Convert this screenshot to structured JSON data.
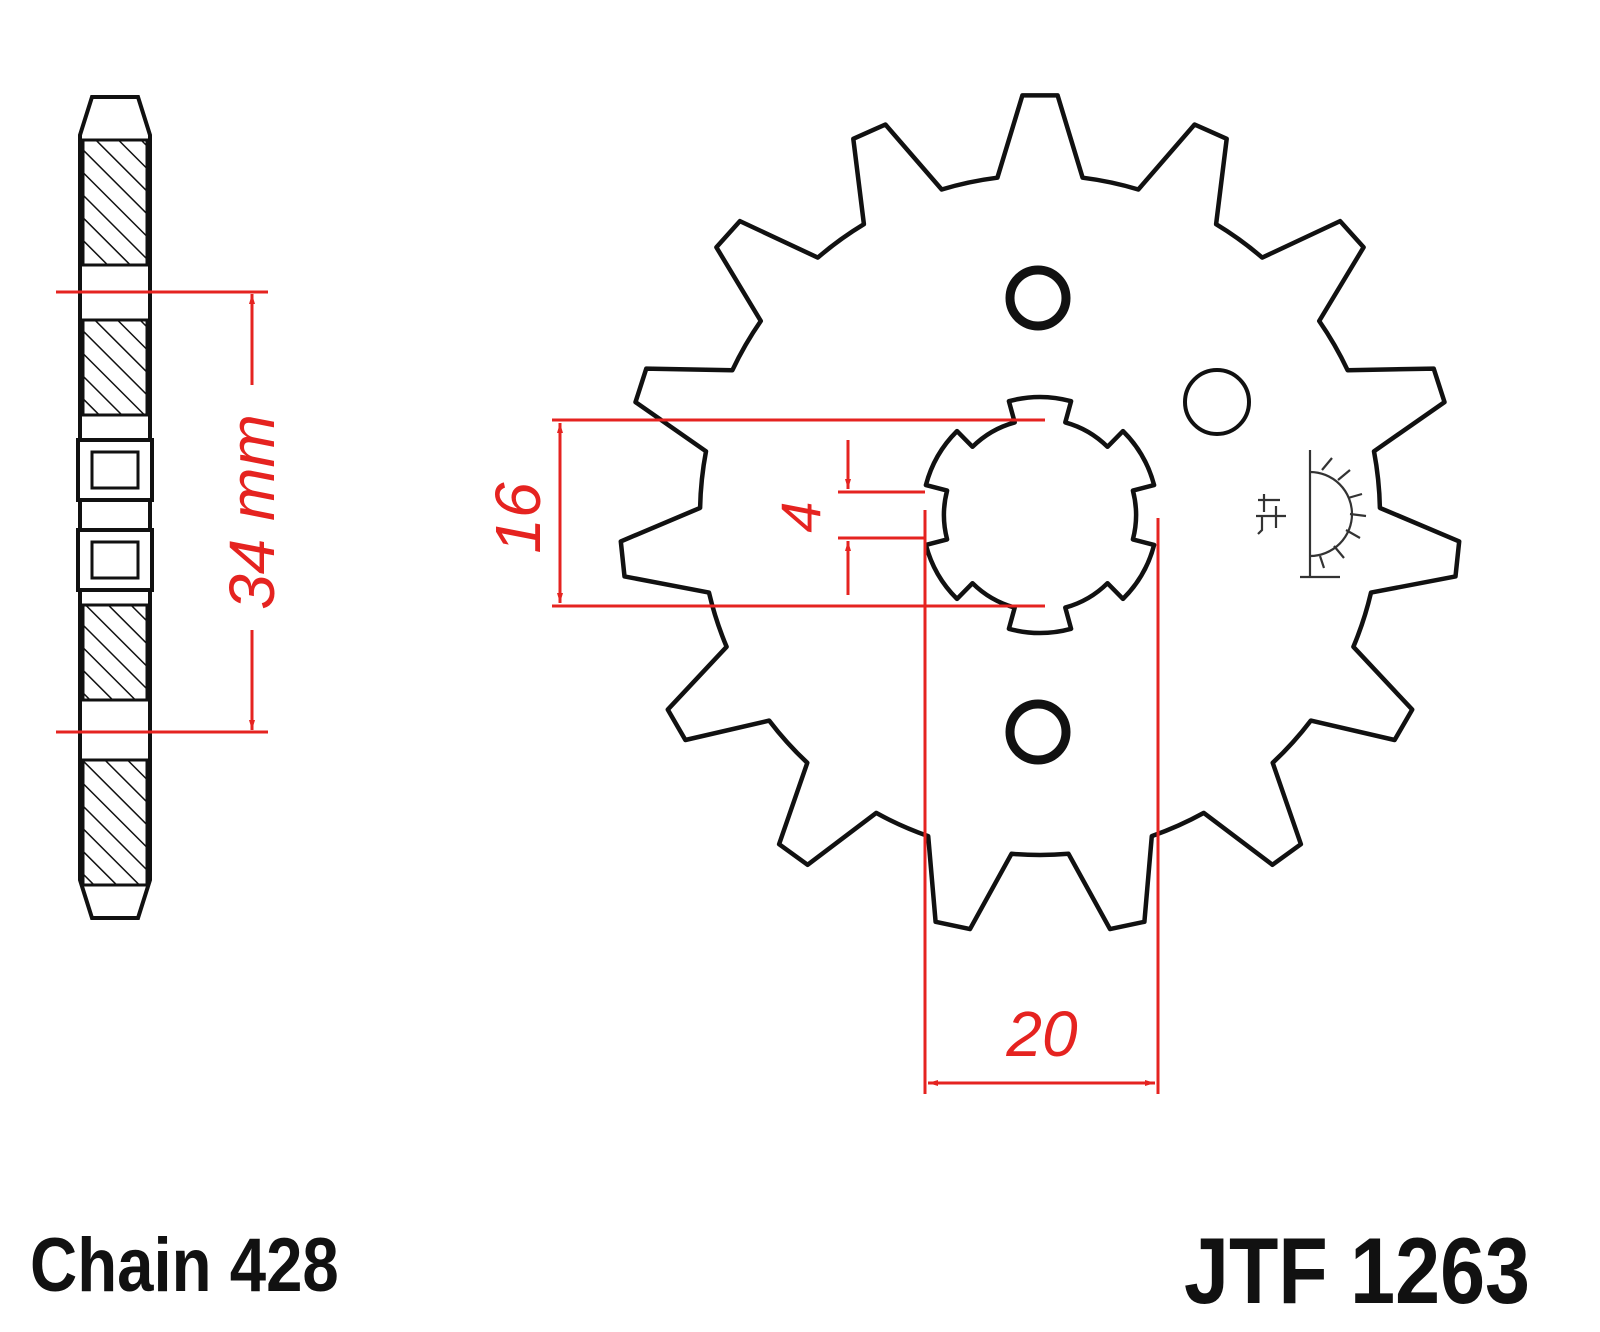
{
  "labels": {
    "chain": "Chain 428",
    "part_number": "JTF 1263"
  },
  "dimensions": {
    "tooth_pitch_height": "34 mm",
    "spline_diameter": "16",
    "spline_width": "4",
    "bore_width": "20"
  },
  "sprocket": {
    "teeth": 15
  },
  "colors": {
    "outline": "#111111",
    "dimension": "#e52320",
    "hatch": "#111111"
  },
  "icons": {
    "logo": "sun-logo-icon"
  }
}
